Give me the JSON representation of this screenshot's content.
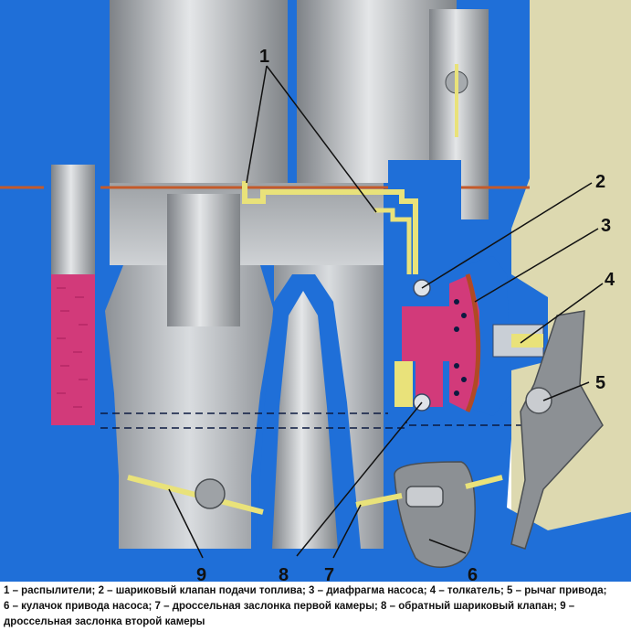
{
  "diagram": {
    "callouts": [
      {
        "id": "1",
        "text": "1"
      },
      {
        "id": "2",
        "text": "2"
      },
      {
        "id": "3",
        "text": "3"
      },
      {
        "id": "4",
        "text": "4"
      },
      {
        "id": "5",
        "text": "5"
      },
      {
        "id": "6",
        "text": "6"
      },
      {
        "id": "7",
        "text": "7"
      },
      {
        "id": "8",
        "text": "8"
      },
      {
        "id": "9",
        "text": "9"
      }
    ],
    "colors": {
      "body_blue": "#1f6fd8",
      "cavity_gray": "#b8bcc0",
      "fuel_pink": "#d23a7a",
      "channel_yellow": "#e9e27a",
      "background_beige": "#ddd9b0",
      "lever_gray": "#8c9094"
    }
  },
  "caption": {
    "line1": "1 – распылители; 2 – шариковый клапан подачи топлива; 3 – диафрагма насоса; 4 – толкатель; 5 – рычаг привода;",
    "line2": "6 – кулачок привода насоса; 7 – дроссельная заслонка первой камеры; 8 – обратный шариковый клапан; 9 –",
    "line3": "дроссельная заслонка второй камеры"
  }
}
